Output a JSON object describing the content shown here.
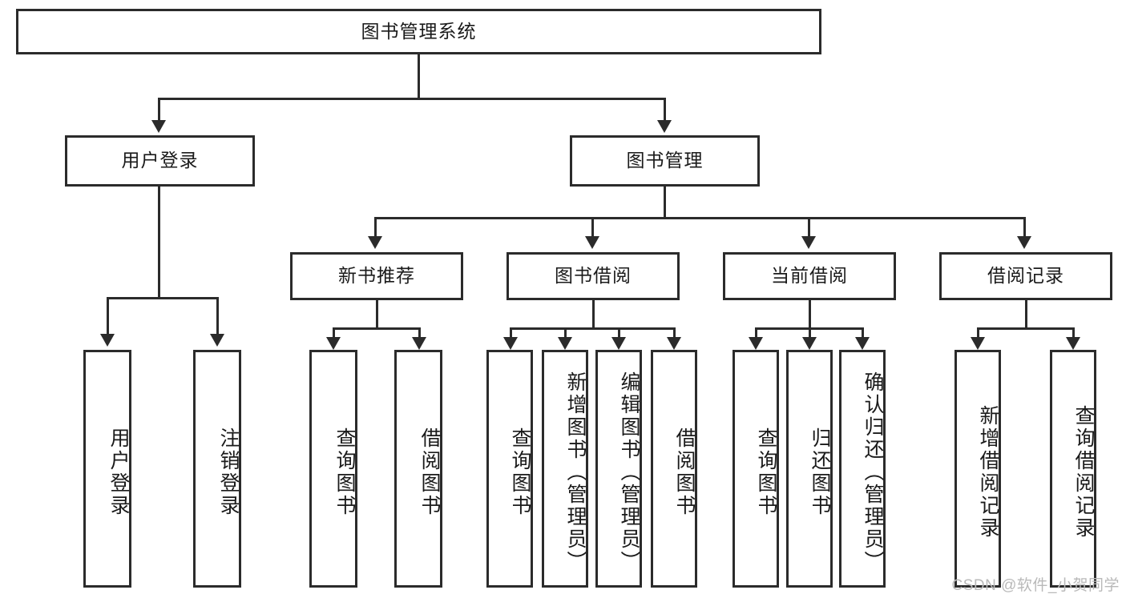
{
  "diagram": {
    "type": "tree-hierarchy-chart",
    "root": {
      "id": "root",
      "label": "图书管理系统"
    },
    "level2": [
      {
        "id": "user-login",
        "label": "用户登录"
      },
      {
        "id": "book-manage",
        "label": "图书管理"
      }
    ],
    "level3": [
      {
        "id": "new-book-recommend",
        "label": "新书推荐",
        "parent": "book-manage"
      },
      {
        "id": "book-borrow",
        "label": "图书借阅",
        "parent": "book-manage"
      },
      {
        "id": "current-borrow",
        "label": "当前借阅",
        "parent": "book-manage"
      },
      {
        "id": "borrow-record",
        "label": "借阅记录",
        "parent": "book-manage"
      }
    ],
    "leaves": {
      "user-login": [
        {
          "id": "leaf-user-login",
          "label": "用户登录"
        },
        {
          "id": "leaf-user-logout",
          "label": "注销登录"
        }
      ],
      "new-book-recommend": [
        {
          "id": "leaf-query-book-1",
          "label": "查询图书"
        },
        {
          "id": "leaf-borrow-book-1",
          "label": "借阅图书"
        }
      ],
      "book-borrow": [
        {
          "id": "leaf-query-book-2",
          "label": "查询图书"
        },
        {
          "id": "leaf-add-book",
          "label": "新增图书（管理员）"
        },
        {
          "id": "leaf-edit-book",
          "label": "编辑图书（管理员）"
        },
        {
          "id": "leaf-borrow-book-2",
          "label": "借阅图书"
        }
      ],
      "current-borrow": [
        {
          "id": "leaf-query-book-3",
          "label": "查询图书"
        },
        {
          "id": "leaf-return-book",
          "label": "归还图书"
        },
        {
          "id": "leaf-confirm-return",
          "label": "确认归还（管理员）"
        }
      ],
      "borrow-record": [
        {
          "id": "leaf-add-record",
          "label": "新增借阅记录"
        },
        {
          "id": "leaf-query-record",
          "label": "查询借阅记录"
        }
      ]
    }
  },
  "watermark": {
    "text": "CSDN @软件_小贺同学"
  },
  "colors": {
    "border": "#2b2b2b",
    "background": "#ffffff",
    "text": "#1a1a1a",
    "watermark": "#b9b9b9"
  }
}
